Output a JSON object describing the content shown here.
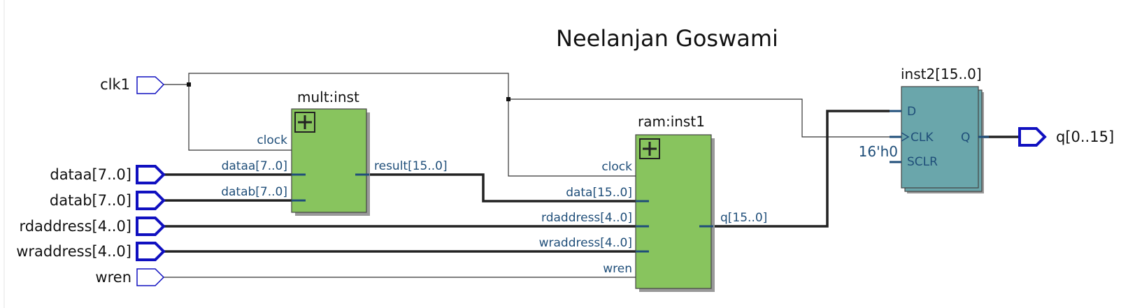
{
  "title": "Neelanjan Goswami",
  "inputs": {
    "clk1": "clk1",
    "dataa": "dataa[7..0]",
    "datab": "datab[7..0]",
    "rdaddress": "rdaddress[4..0]",
    "wraddress": "wraddress[4..0]",
    "wren": "wren"
  },
  "outputs": {
    "q": "q[0..15]"
  },
  "mult": {
    "name": "mult:inst",
    "clock": "clock",
    "dataa": "dataa[7..0]",
    "datab": "datab[7..0]",
    "result": "result[15..0]"
  },
  "ram": {
    "name": "ram:inst1",
    "clock": "clock",
    "data": "data[15..0]",
    "rdaddress": "rdaddress[4..0]",
    "wraddress": "wraddress[4..0]",
    "wren": "wren",
    "q": "q[15..0]"
  },
  "reg": {
    "name": "inst2[15..0]",
    "d": "D",
    "clk": "CLK",
    "sclr": "SCLR",
    "q": "Q",
    "sclr_const": "16'h0"
  },
  "colors": {
    "module_fill": "#88c45e",
    "register_fill": "#6aa6ab",
    "port_outline": "#1010c0",
    "pin_text": "#1f4e79"
  }
}
